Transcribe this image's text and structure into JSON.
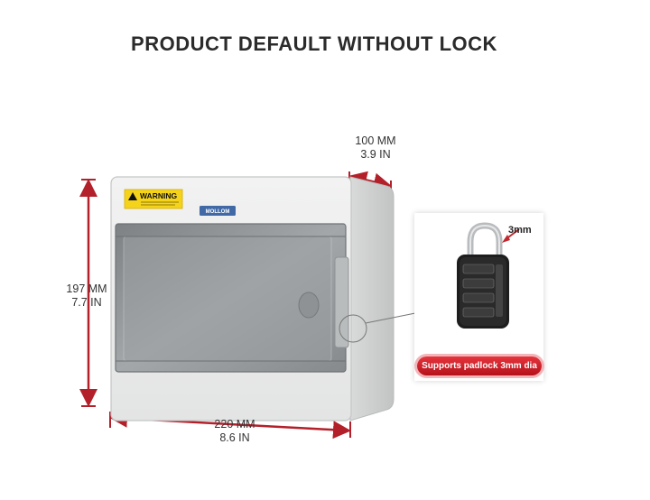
{
  "title": "PRODUCT DEFAULT WITHOUT LOCK",
  "dimensions": {
    "depth": {
      "metric": "100 MM",
      "imperial": "3.9 IN"
    },
    "height": {
      "metric": "197 MM",
      "imperial": "7.7 IN"
    },
    "width": {
      "metric": "220 MM",
      "imperial": "8.6 IN"
    }
  },
  "product": {
    "warning_label": "WARNING",
    "brand": "MOLLOM"
  },
  "lock_inset": {
    "size_label": "3mm",
    "badge_text": "Supports padlock 3mm dia"
  },
  "colors": {
    "dimension_line": "#b3202a",
    "badge": "#d3202a",
    "enclosure": "#e9eaea",
    "door": "#8e9294"
  }
}
